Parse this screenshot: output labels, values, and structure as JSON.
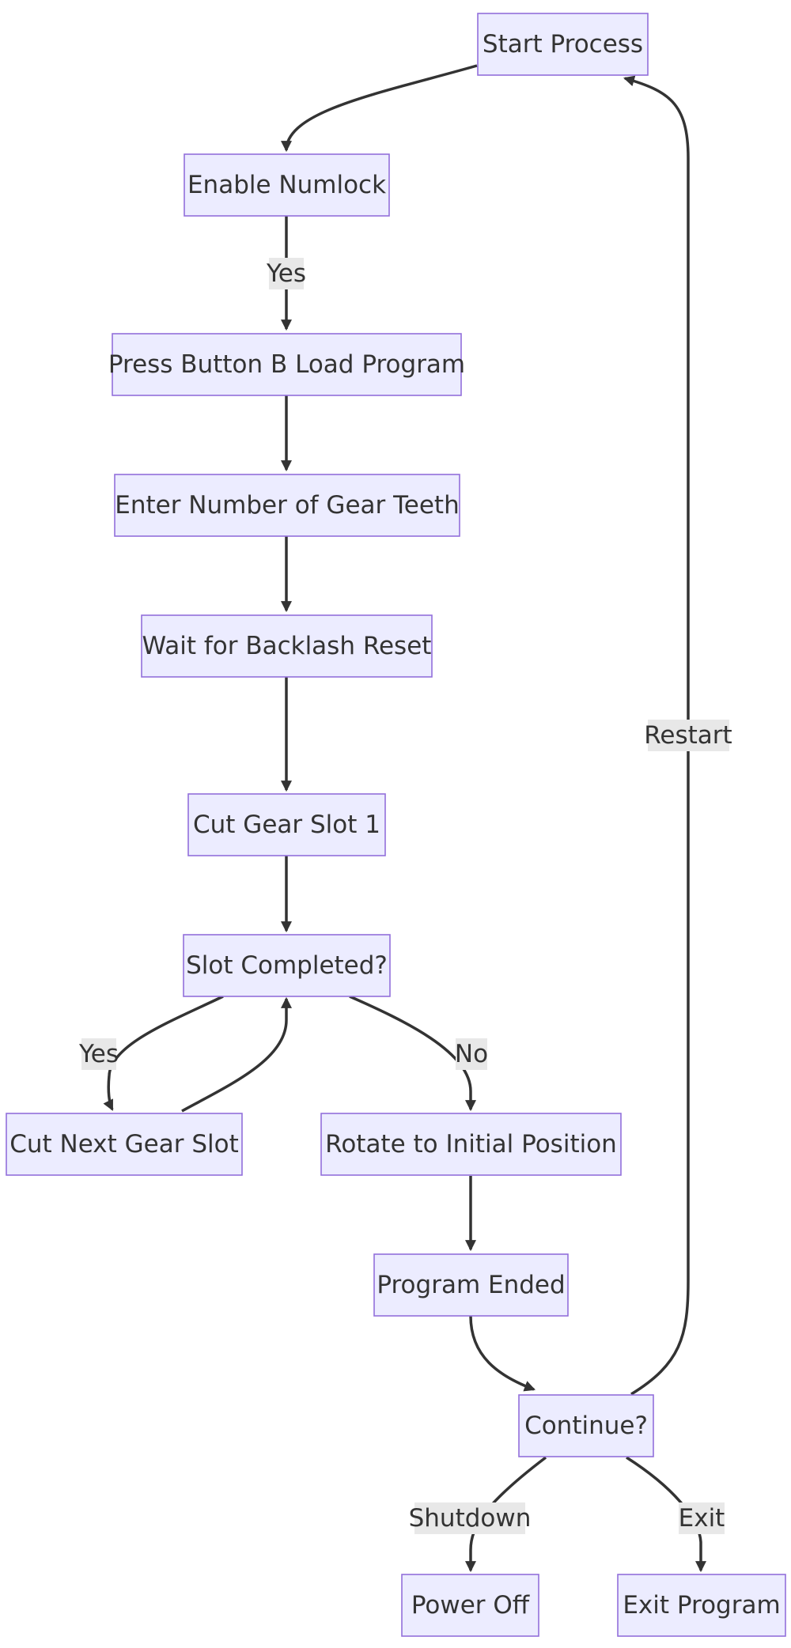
{
  "nodes": {
    "start": "Start Process",
    "numlock": "Enable Numlock",
    "pressB": "Press Button B Load Program",
    "teeth": "Enter Number of Gear Teeth",
    "backlash": "Wait for Backlash Reset",
    "slot1": "Cut Gear Slot 1",
    "completed": "Slot Completed?",
    "nextSlot": "Cut Next Gear Slot",
    "rotate": "Rotate to Initial Position",
    "ended": "Program Ended",
    "continue": "Continue?",
    "powerOff": "Power Off",
    "exitProgram": "Exit Program"
  },
  "edge_labels": {
    "numlock_yes": "Yes",
    "completed_yes": "Yes",
    "completed_no": "No",
    "restart": "Restart",
    "shutdown": "Shutdown",
    "exit": "Exit"
  },
  "colors": {
    "node_fill": "#ECECFF",
    "node_stroke": "#9370DB",
    "edge": "#333333",
    "label_bg": "#e8e8e8"
  }
}
